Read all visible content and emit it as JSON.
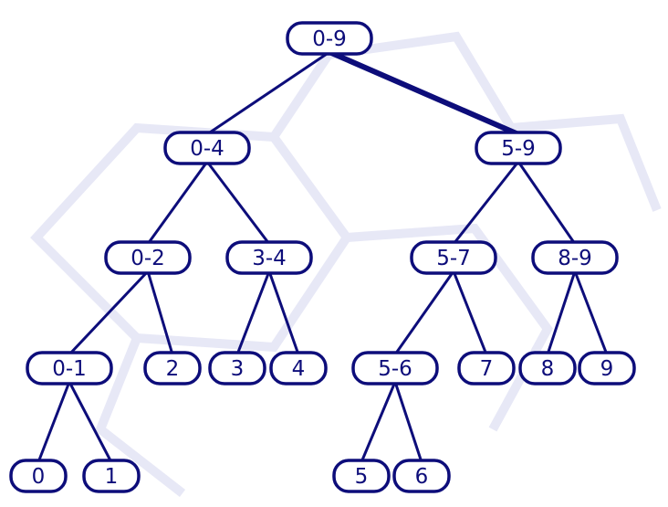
{
  "colors": {
    "ink": "#0d0d7a",
    "background": "#ffffff",
    "watermark": "#e7e8f6"
  },
  "tree": {
    "nodes": [
      {
        "id": "n0-9",
        "label": "0-9"
      },
      {
        "id": "n0-4",
        "label": "0-4"
      },
      {
        "id": "n5-9",
        "label": "5-9"
      },
      {
        "id": "n0-2",
        "label": "0-2"
      },
      {
        "id": "n3-4",
        "label": "3-4"
      },
      {
        "id": "n5-7",
        "label": "5-7"
      },
      {
        "id": "n8-9",
        "label": "8-9"
      },
      {
        "id": "n0-1",
        "label": "0-1"
      },
      {
        "id": "n2",
        "label": "2"
      },
      {
        "id": "n3",
        "label": "3"
      },
      {
        "id": "n4",
        "label": "4"
      },
      {
        "id": "n5-6",
        "label": "5-6"
      },
      {
        "id": "n7",
        "label": "7"
      },
      {
        "id": "n8",
        "label": "8"
      },
      {
        "id": "n9",
        "label": "9"
      },
      {
        "id": "n0",
        "label": "0"
      },
      {
        "id": "n1",
        "label": "1"
      },
      {
        "id": "n5",
        "label": "5"
      },
      {
        "id": "n6",
        "label": "6"
      }
    ],
    "edges": [
      {
        "from": "n0-9",
        "to": "n0-4",
        "emphasis": false
      },
      {
        "from": "n0-9",
        "to": "n5-9",
        "emphasis": true
      },
      {
        "from": "n0-4",
        "to": "n0-2",
        "emphasis": false
      },
      {
        "from": "n0-4",
        "to": "n3-4",
        "emphasis": false
      },
      {
        "from": "n5-9",
        "to": "n5-7",
        "emphasis": false
      },
      {
        "from": "n5-9",
        "to": "n8-9",
        "emphasis": false
      },
      {
        "from": "n0-2",
        "to": "n0-1",
        "emphasis": false
      },
      {
        "from": "n0-2",
        "to": "n2",
        "emphasis": false
      },
      {
        "from": "n3-4",
        "to": "n3",
        "emphasis": false
      },
      {
        "from": "n3-4",
        "to": "n4",
        "emphasis": false
      },
      {
        "from": "n5-7",
        "to": "n5-6",
        "emphasis": false
      },
      {
        "from": "n5-7",
        "to": "n7",
        "emphasis": false
      },
      {
        "from": "n8-9",
        "to": "n8",
        "emphasis": false
      },
      {
        "from": "n8-9",
        "to": "n9",
        "emphasis": false
      },
      {
        "from": "n0-1",
        "to": "n0",
        "emphasis": false
      },
      {
        "from": "n0-1",
        "to": "n1",
        "emphasis": false
      },
      {
        "from": "n5-6",
        "to": "n5",
        "emphasis": false
      },
      {
        "from": "n5-6",
        "to": "n6",
        "emphasis": false
      }
    ]
  }
}
